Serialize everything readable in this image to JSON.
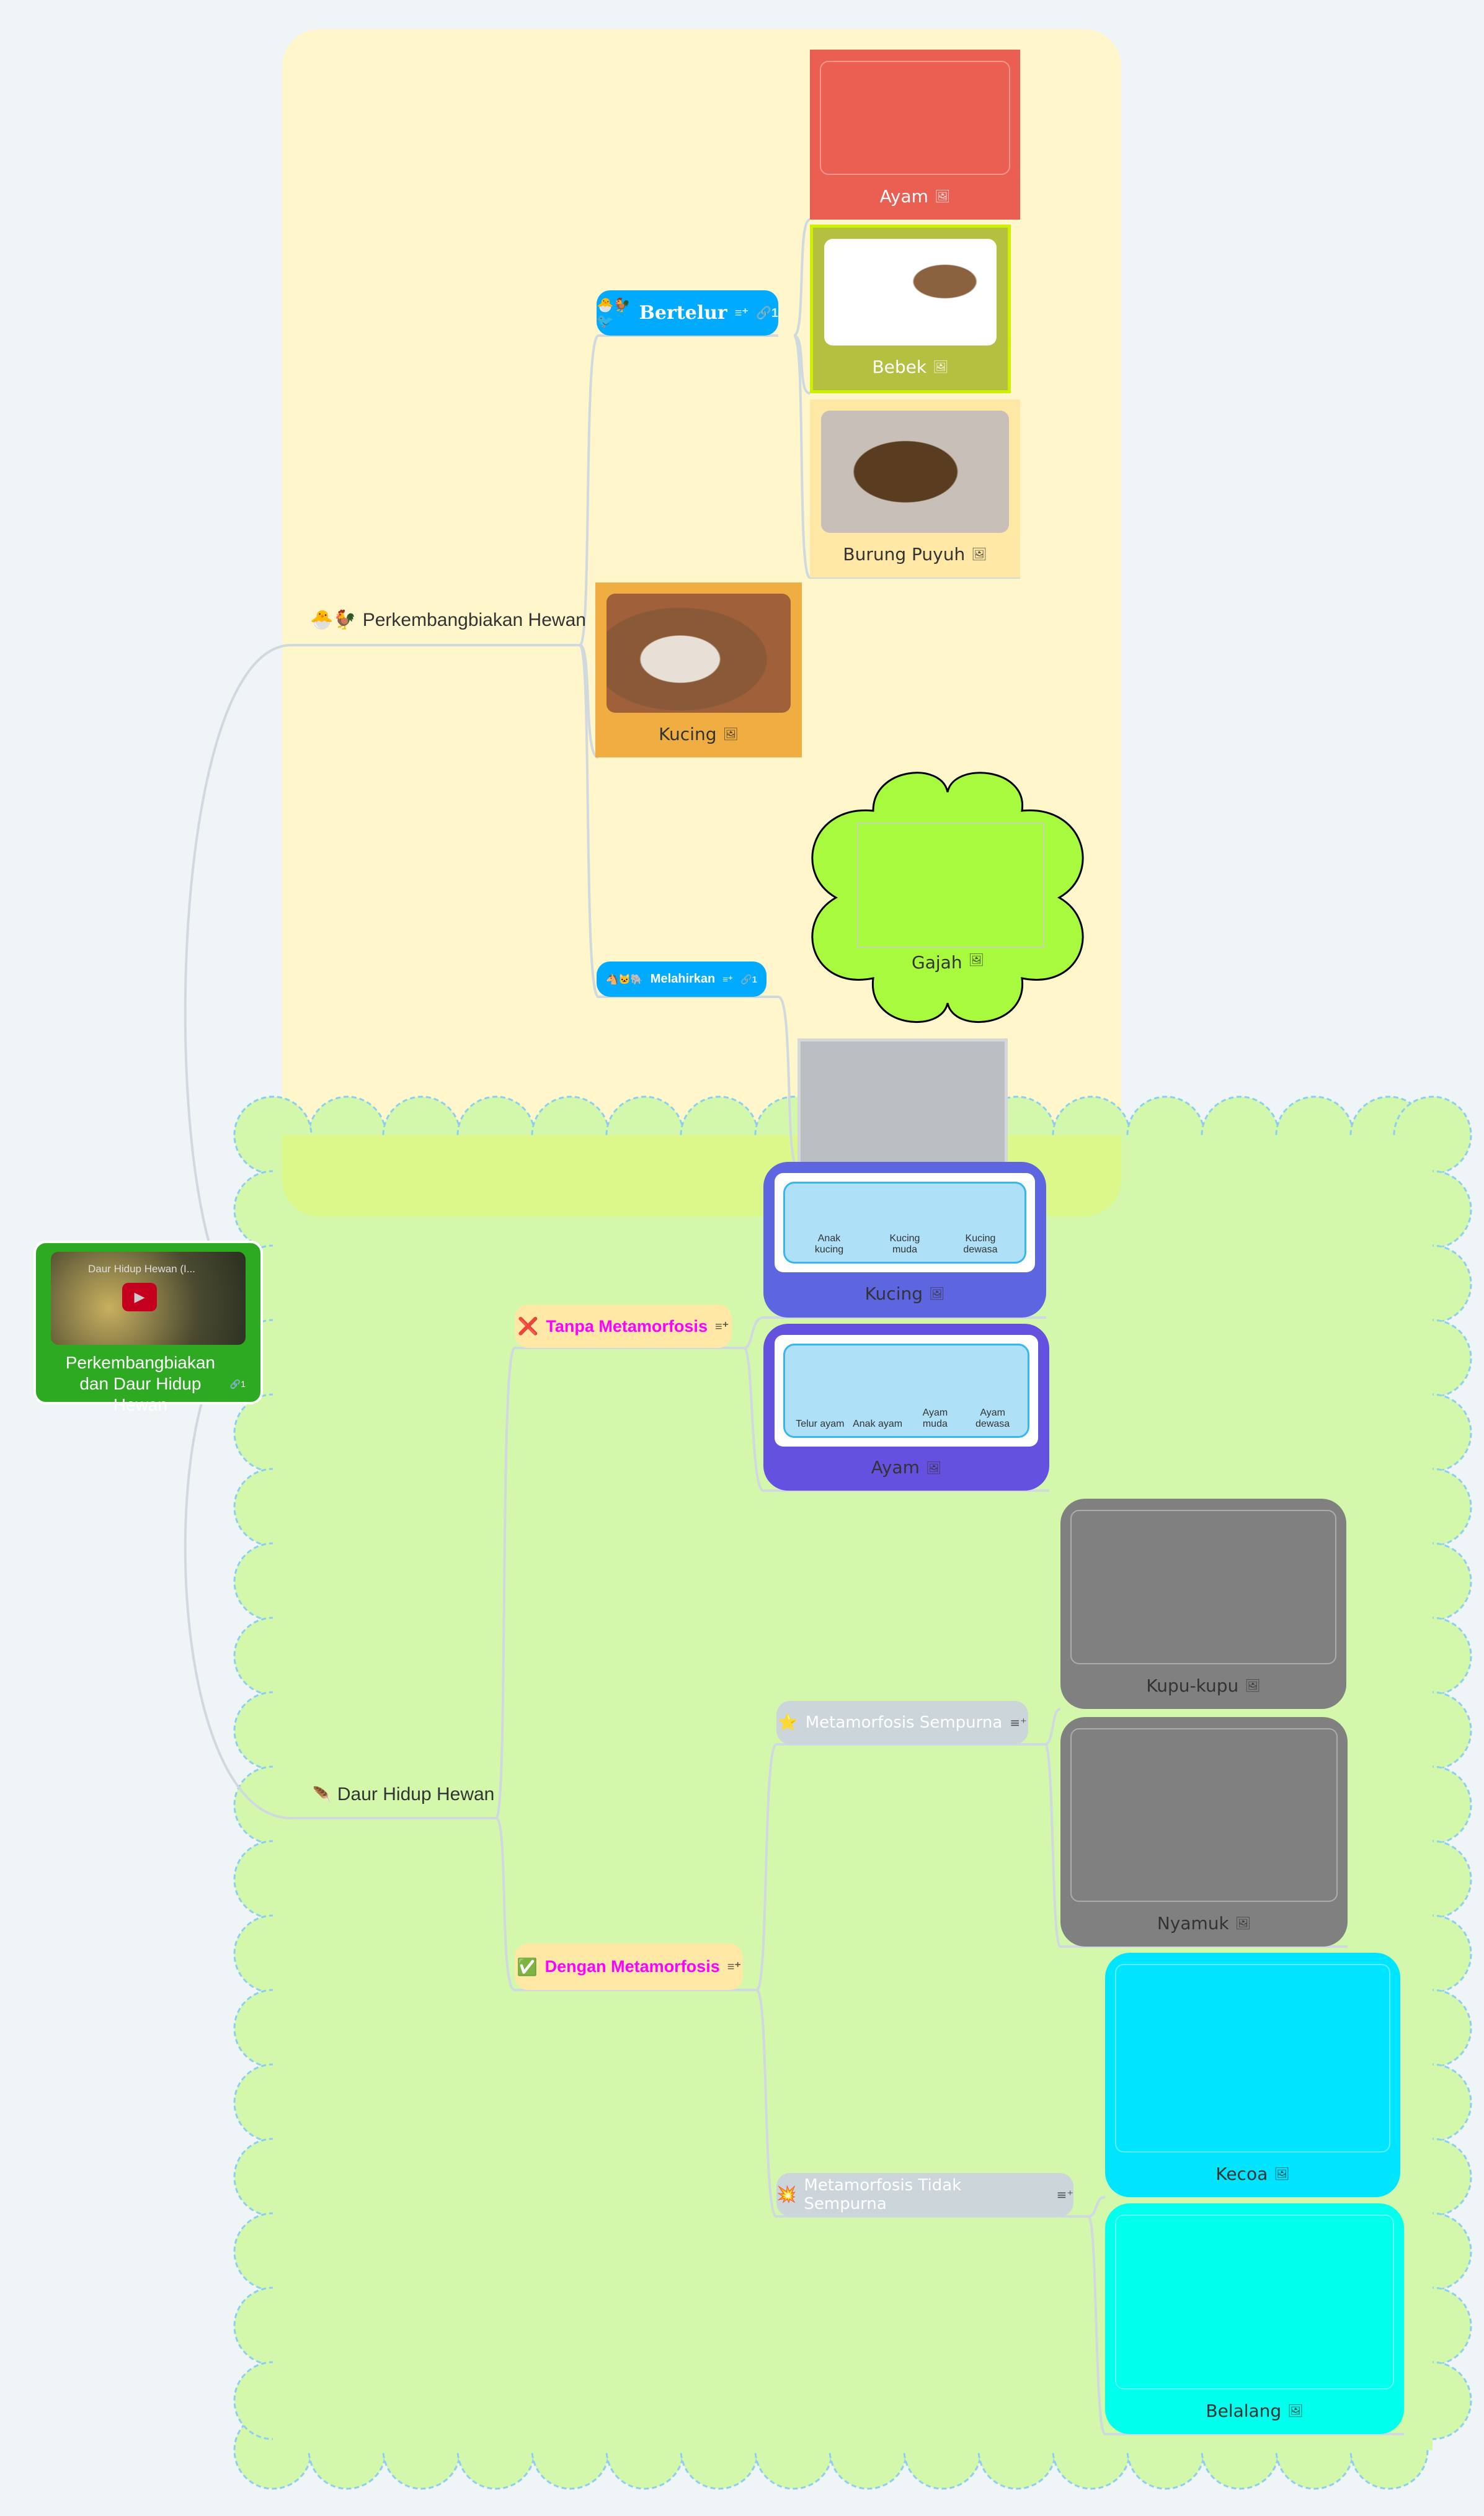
{
  "root": {
    "title": "Perkembangbiakan dan Daur Hidup Hewan",
    "link_count": "1",
    "video_title": "Daur Hidup Hewan (I...",
    "color": "#2eaa22"
  },
  "branch1": {
    "emoji": "🐣🐓",
    "title": "Perkembangbiakan Hewan",
    "bertelur": {
      "emoji": "🐣🐓🐦",
      "label": "Bertelur",
      "link_count": "1",
      "children": [
        {
          "label": "Ayam"
        },
        {
          "label": "Bebek"
        },
        {
          "label": "Burung Puyuh"
        }
      ]
    },
    "kucing": {
      "label": "Kucing"
    },
    "melahirkan": {
      "emoji": "🐴🐱🐘",
      "label": "Melahirkan",
      "link_count": "1",
      "children": [
        {
          "label": "Gajah"
        }
      ]
    }
  },
  "branch2": {
    "emoji": "🪶",
    "title": "Daur Hidup Hewan",
    "tanpa": {
      "emoji": "❌",
      "label": "Tanpa Metamorfosis",
      "children": [
        {
          "label": "Kucing",
          "stages": [
            "Anak kucing",
            "Kucing muda",
            "Kucing dewasa"
          ]
        },
        {
          "label": "Ayam",
          "stages": [
            "Telur ayam",
            "Anak ayam",
            "Ayam muda",
            "Ayam dewasa"
          ]
        }
      ]
    },
    "dengan": {
      "emoji": "✅",
      "label": "Dengan Metamorfosis",
      "sempurna": {
        "emoji": "⭐",
        "label": "Metamorfosis Sempurna",
        "children": [
          {
            "label": "Kupu-kupu"
          },
          {
            "label": "Nyamuk"
          }
        ]
      },
      "tidak": {
        "emoji": "💥",
        "label": "Metamorfosis Tidak Sempurna",
        "children": [
          {
            "label": "Kecoa"
          },
          {
            "label": "Belalang"
          }
        ]
      }
    }
  },
  "icons": {
    "image": "🖼",
    "notes": "≡⁺",
    "link": "🔗"
  }
}
